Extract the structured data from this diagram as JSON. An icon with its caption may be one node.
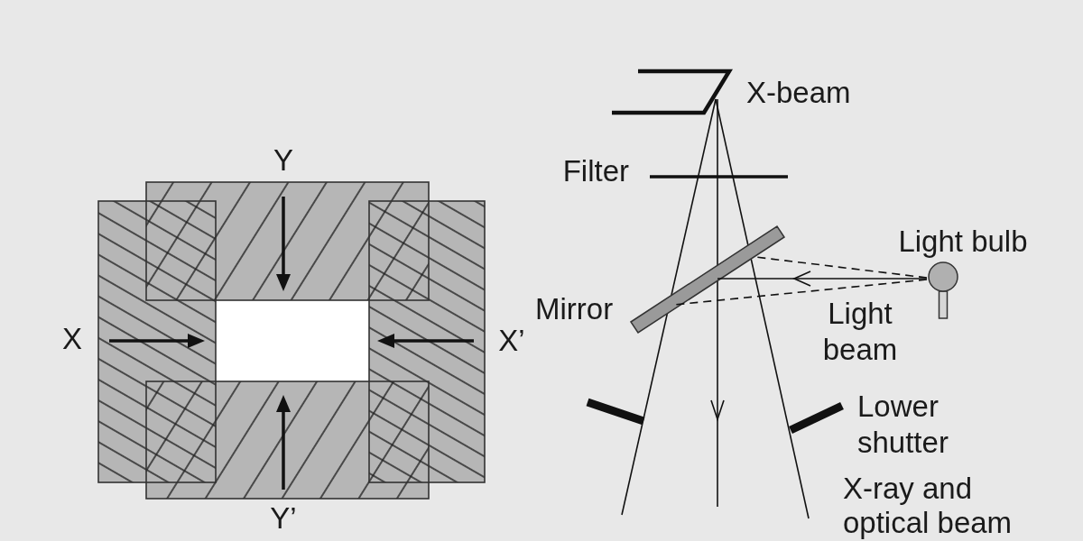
{
  "diagram": {
    "labels": [
      "Y",
      "X",
      "X’",
      "Y’",
      "X-beam",
      "Filter",
      "Light bulb",
      "Mirror",
      "Light beam",
      "Lower shutter",
      "X-ray and optical beam"
    ]
  }
}
